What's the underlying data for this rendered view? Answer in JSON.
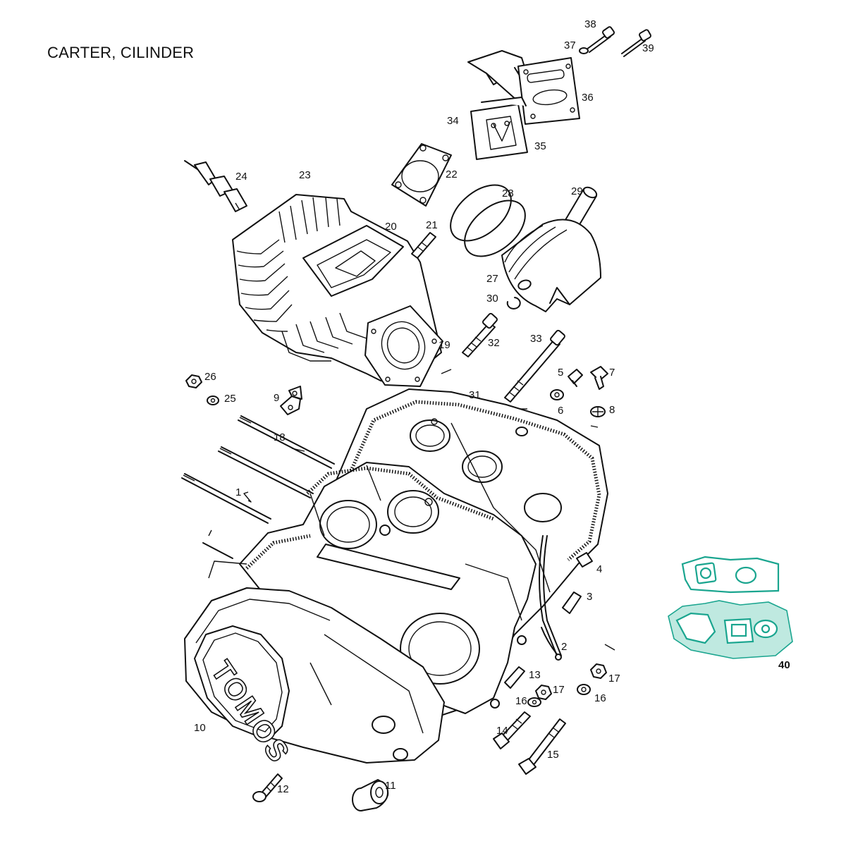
{
  "title": "CARTER, CILINDER",
  "brand": "TOMOS",
  "colors": {
    "line": "#111111",
    "gasket_kit": "#1aa58f",
    "gasket_kit_fill": "#bfe9e0"
  },
  "part_labels": [
    "1",
    "2",
    "3",
    "4",
    "5",
    "6",
    "7",
    "8",
    "9",
    "10",
    "11",
    "12",
    "13",
    "14",
    "15",
    "16",
    "16",
    "17",
    "17",
    "18",
    "19",
    "20",
    "21",
    "22",
    "23",
    "24",
    "25",
    "26",
    "27",
    "28",
    "29",
    "30",
    "31",
    "32",
    "33",
    "34",
    "35",
    "36",
    "37",
    "38",
    "39",
    "40"
  ]
}
